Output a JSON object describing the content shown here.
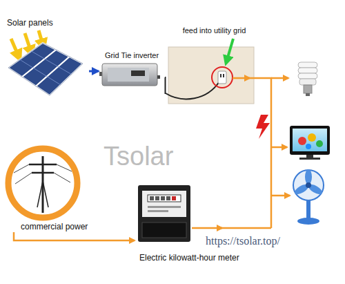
{
  "diagram": {
    "nodes": [
      {
        "text": [
          "Solar panels"
        ]
      },
      {
        "text": [
          "Grid Tie inverter"
        ]
      },
      {
        "text": [
          "feed into utility grid"
        ]
      },
      {
        "text": [
          "commercial power"
        ]
      },
      {
        "text": [
          "Electric kilowatt-hour meter"
        ]
      }
    ],
    "edges": [
      {
        "from": 0,
        "to": 1,
        "arrow": "to"
      },
      {
        "from": 1,
        "to": 2,
        "arrow": "none"
      },
      {
        "from": 3,
        "to": 4,
        "arrow": "to"
      }
    ],
    "labels": [
      "Tsolar",
      "https://tsolar.top/"
    ]
  }
}
